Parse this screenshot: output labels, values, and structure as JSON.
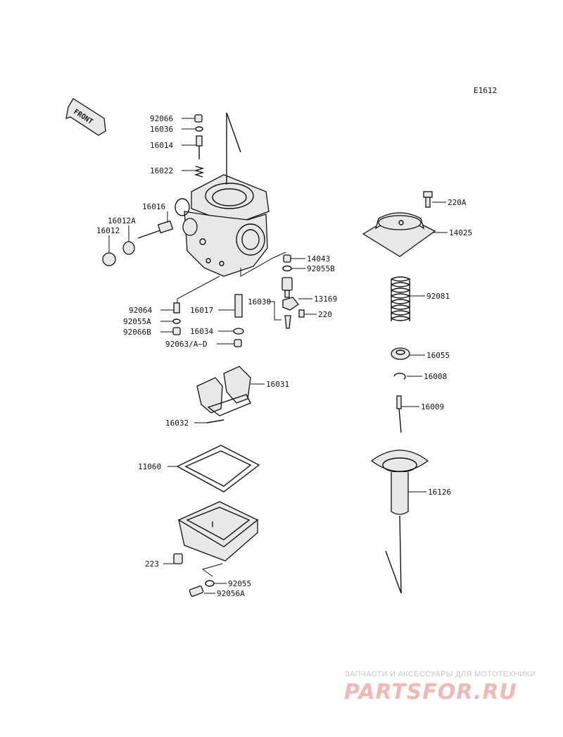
{
  "diagram_code": "E1612",
  "front_label": "FRONT",
  "labels": {
    "p92066": "92066",
    "p16036": "16036",
    "p16014": "16014",
    "p16022": "16022",
    "p16016": "16016",
    "p16012A": "16012A",
    "p16012": "16012",
    "p14043": "14043",
    "p92055B": "92055B",
    "p13169": "13169",
    "p220": "220",
    "p16030": "16030",
    "p16017": "16017",
    "p92064": "92064",
    "p92055A": "92055A",
    "p92066B": "92066B",
    "p16034": "16034",
    "p92063": "92063/A~D",
    "p16031": "16031",
    "p16032": "16032",
    "p11060": "11060",
    "p223": "223",
    "p92055": "92055",
    "p92056A": "92056A",
    "p220A": "220A",
    "p14025": "14025",
    "p92081": "92081",
    "p16055": "16055",
    "p16008": "16008",
    "p16009": "16009",
    "p16126": "16126"
  },
  "watermark": {
    "tagline": "ЗАПЧАСТИ И АКСЕССУАРЫ ДЛЯ МОТОТЕХНИКИ",
    "brand": "PARTSFOR.RU"
  }
}
